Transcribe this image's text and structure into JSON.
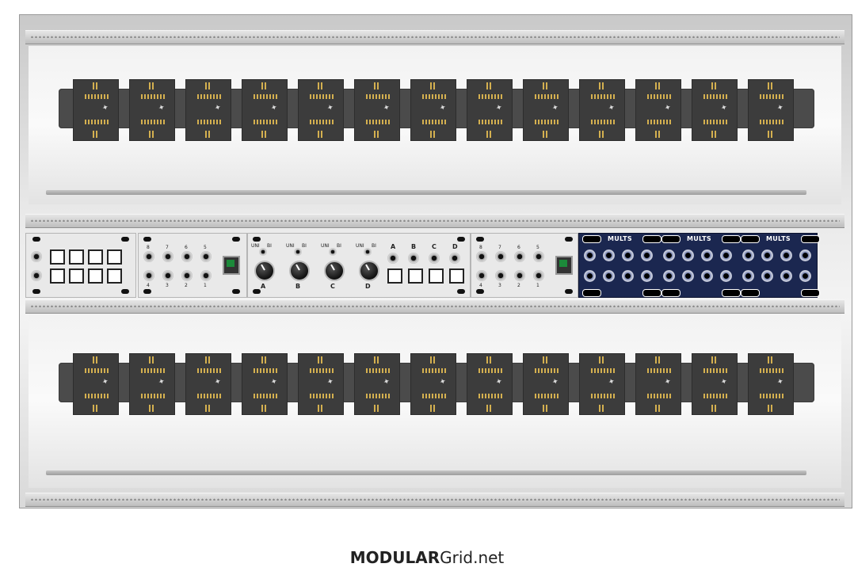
{
  "footer": {
    "brand_bold": "MODULAR",
    "brand_regular": "Grid.net"
  },
  "bus_rows": [
    {
      "row": "top",
      "headers": 13
    },
    {
      "row": "bottom",
      "headers": 13
    }
  ],
  "modules": {
    "quad_mult": {},
    "interface_left": {
      "labels": [
        "8",
        "7",
        "6",
        "5",
        "4",
        "3",
        "2",
        "1"
      ]
    },
    "quad_vca": {
      "sections": [
        "A",
        "B",
        "C",
        "D"
      ],
      "mode_labels": [
        "UNI",
        "BI"
      ]
    },
    "interface_right": {
      "labels": [
        "8",
        "7",
        "6",
        "5",
        "4",
        "3",
        "2",
        "1"
      ]
    },
    "mults_panel": {
      "titles": [
        "MULTS",
        "MULTS",
        "MULTS"
      ]
    }
  },
  "colors": {
    "case": "#cfcfcf",
    "bus_board": "#4b4b4b",
    "mults_panel": "#1b2750",
    "pins": "#d4b050"
  }
}
